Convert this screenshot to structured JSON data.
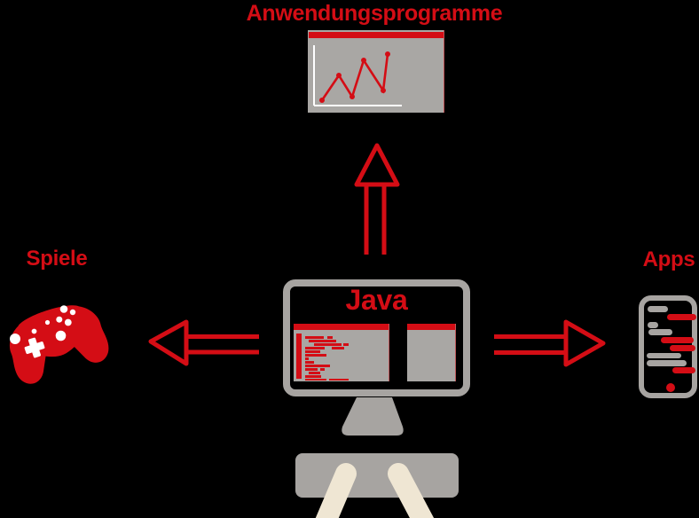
{
  "labels": {
    "top": "Anwendungsprogramme",
    "left": "Spiele",
    "right": "Apps",
    "center": "Java"
  },
  "colors": {
    "background": "#000000",
    "red": "#d40d15",
    "gray": "#a7a4a1",
    "window_gray": "#a9a7a4",
    "cream": "#efe6d3",
    "white": "#ffffff"
  },
  "icons": [
    "line-chart-window-icon",
    "arrow-up-icon",
    "arrow-left-icon",
    "arrow-right-icon",
    "monitor-icon",
    "code-window-icon",
    "empty-window-icon",
    "keyboard-icon",
    "typing-arms-icon",
    "gamepad-icon",
    "smartphone-icon",
    "home-button-icon"
  ],
  "chart_icon": {
    "type": "line",
    "points": [
      [
        16,
        79
      ],
      [
        35,
        51
      ],
      [
        50,
        75
      ],
      [
        63,
        34
      ],
      [
        85,
        68
      ],
      [
        90,
        27
      ]
    ],
    "axes": {
      "x_from": [
        7,
        85
      ],
      "x_to": [
        106,
        85
      ],
      "y_from": [
        7,
        17
      ],
      "y_to": [
        7,
        85
      ]
    }
  },
  "code_window": {
    "line_height": 2.8,
    "line_step": 3.95,
    "first_line_top": 14.3,
    "lines": [
      [
        [
          13,
          21
        ],
        [
          38,
          6
        ]
      ],
      [
        [
          17,
          31
        ]
      ],
      [
        [
          23,
          31
        ],
        [
          56,
          6
        ]
      ],
      [
        [
          13,
          22
        ],
        [
          43,
          14
        ]
      ],
      [
        [
          13,
          17
        ]
      ],
      [
        [
          13,
          24
        ]
      ],
      [
        [
          13,
          4
        ]
      ],
      [
        [
          13,
          10
        ]
      ],
      [
        [
          13,
          28
        ]
      ],
      [
        [
          13,
          14
        ],
        [
          30,
          5
        ]
      ],
      [
        [
          17,
          13
        ]
      ],
      [
        [
          13,
          18
        ]
      ],
      [
        [
          13,
          24
        ],
        [
          40,
          22
        ]
      ]
    ]
  },
  "phone": {
    "bars": [
      {
        "x": 4,
        "y": 6,
        "w": 23,
        "h": 7,
        "c": "gray"
      },
      {
        "x": 26,
        "y": 14.5,
        "w": 33,
        "h": 7.5,
        "c": "red"
      },
      {
        "x": 4,
        "y": 24,
        "w": 12,
        "h": 6.5,
        "c": "gray"
      },
      {
        "x": 5,
        "y": 32,
        "w": 27,
        "h": 6.5,
        "c": "gray"
      },
      {
        "x": 19,
        "y": 40.5,
        "w": 37,
        "h": 7.5,
        "c": "red"
      },
      {
        "x": 29,
        "y": 49.5,
        "w": 29,
        "h": 7,
        "c": "red"
      },
      {
        "x": 3,
        "y": 58.5,
        "w": 39,
        "h": 6.5,
        "c": "gray"
      },
      {
        "x": 3,
        "y": 67,
        "w": 45,
        "h": 6.5,
        "c": "gray"
      },
      {
        "x": 32,
        "y": 75,
        "w": 26,
        "h": 6.5,
        "c": "red"
      }
    ]
  }
}
